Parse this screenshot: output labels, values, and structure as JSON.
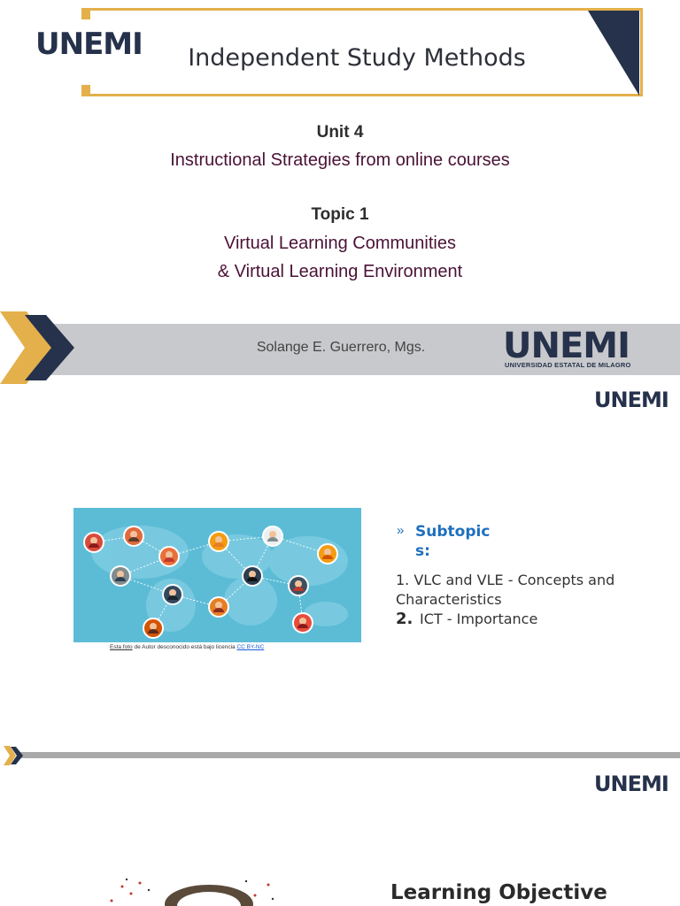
{
  "slide1": {
    "logo": "UNEMI",
    "title": "Independent Study Methods",
    "unit_label": "Unit 4",
    "unit_title": "Instructional Strategies from online courses",
    "topic_label": "Topic 1",
    "topic_line1": "Virtual Learning Communities",
    "topic_line2": "& Virtual Learning Environment",
    "author": "Solange E. Guerrero, Mgs.",
    "band_logo": "UNEMI",
    "band_logo_sub": "UNIVERSIDAD ESTATAL DE MILAGRO"
  },
  "slide2": {
    "logo": "UNEMI",
    "credit": {
      "part1": "Esta foto",
      "part2": " de Autor desconocido está bajo licencia ",
      "license": "CC BY-NC"
    },
    "bullet": "»",
    "subtopics_label": "Subtopics:",
    "item1": "1. VLC and VLE - Concepts and Characteristics",
    "item2_number": "2.",
    "item2_text": "ICT - Importance"
  },
  "slide3": {
    "logo": "UNEMI",
    "heading": "Learning Objective"
  },
  "colors": {
    "gold": "#e3b04b",
    "navy": "#26324b",
    "maroon": "#4a1236",
    "blue": "#1f6fbf",
    "band_gray": "#c8c9cc"
  }
}
